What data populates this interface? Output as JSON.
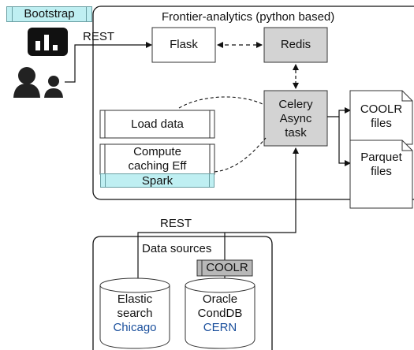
{
  "title": "Frontier-analytics (python based)",
  "bootstrap_label": "Bootstrap",
  "rest_label": "REST",
  "rest_label_2": "REST",
  "flask": "Flask",
  "redis": "Redis",
  "celery_lines": [
    "Celery",
    "Async",
    "task"
  ],
  "load_data": "Load data",
  "compute_lines": [
    "Compute",
    "caching Eff"
  ],
  "spark_label": "Spark",
  "coolr_files_lines": [
    "COOLR",
    "files"
  ],
  "parquet_files_lines": [
    "Parquet",
    "files"
  ],
  "data_sources_title": "Data sources",
  "coolr_tag": "COOLR",
  "elastic_lines": [
    "Elastic",
    "search"
  ],
  "elastic_site": "Chicago",
  "oracle_lines": [
    "Oracle",
    "CondDB"
  ],
  "oracle_site": "CERN",
  "colors": {
    "grey_box": "#d3d3d3",
    "spark_tag": "#bfeff2",
    "site_text": "#1a4f9c"
  },
  "icons": [
    "chart-logo-icon",
    "users-icon"
  ]
}
